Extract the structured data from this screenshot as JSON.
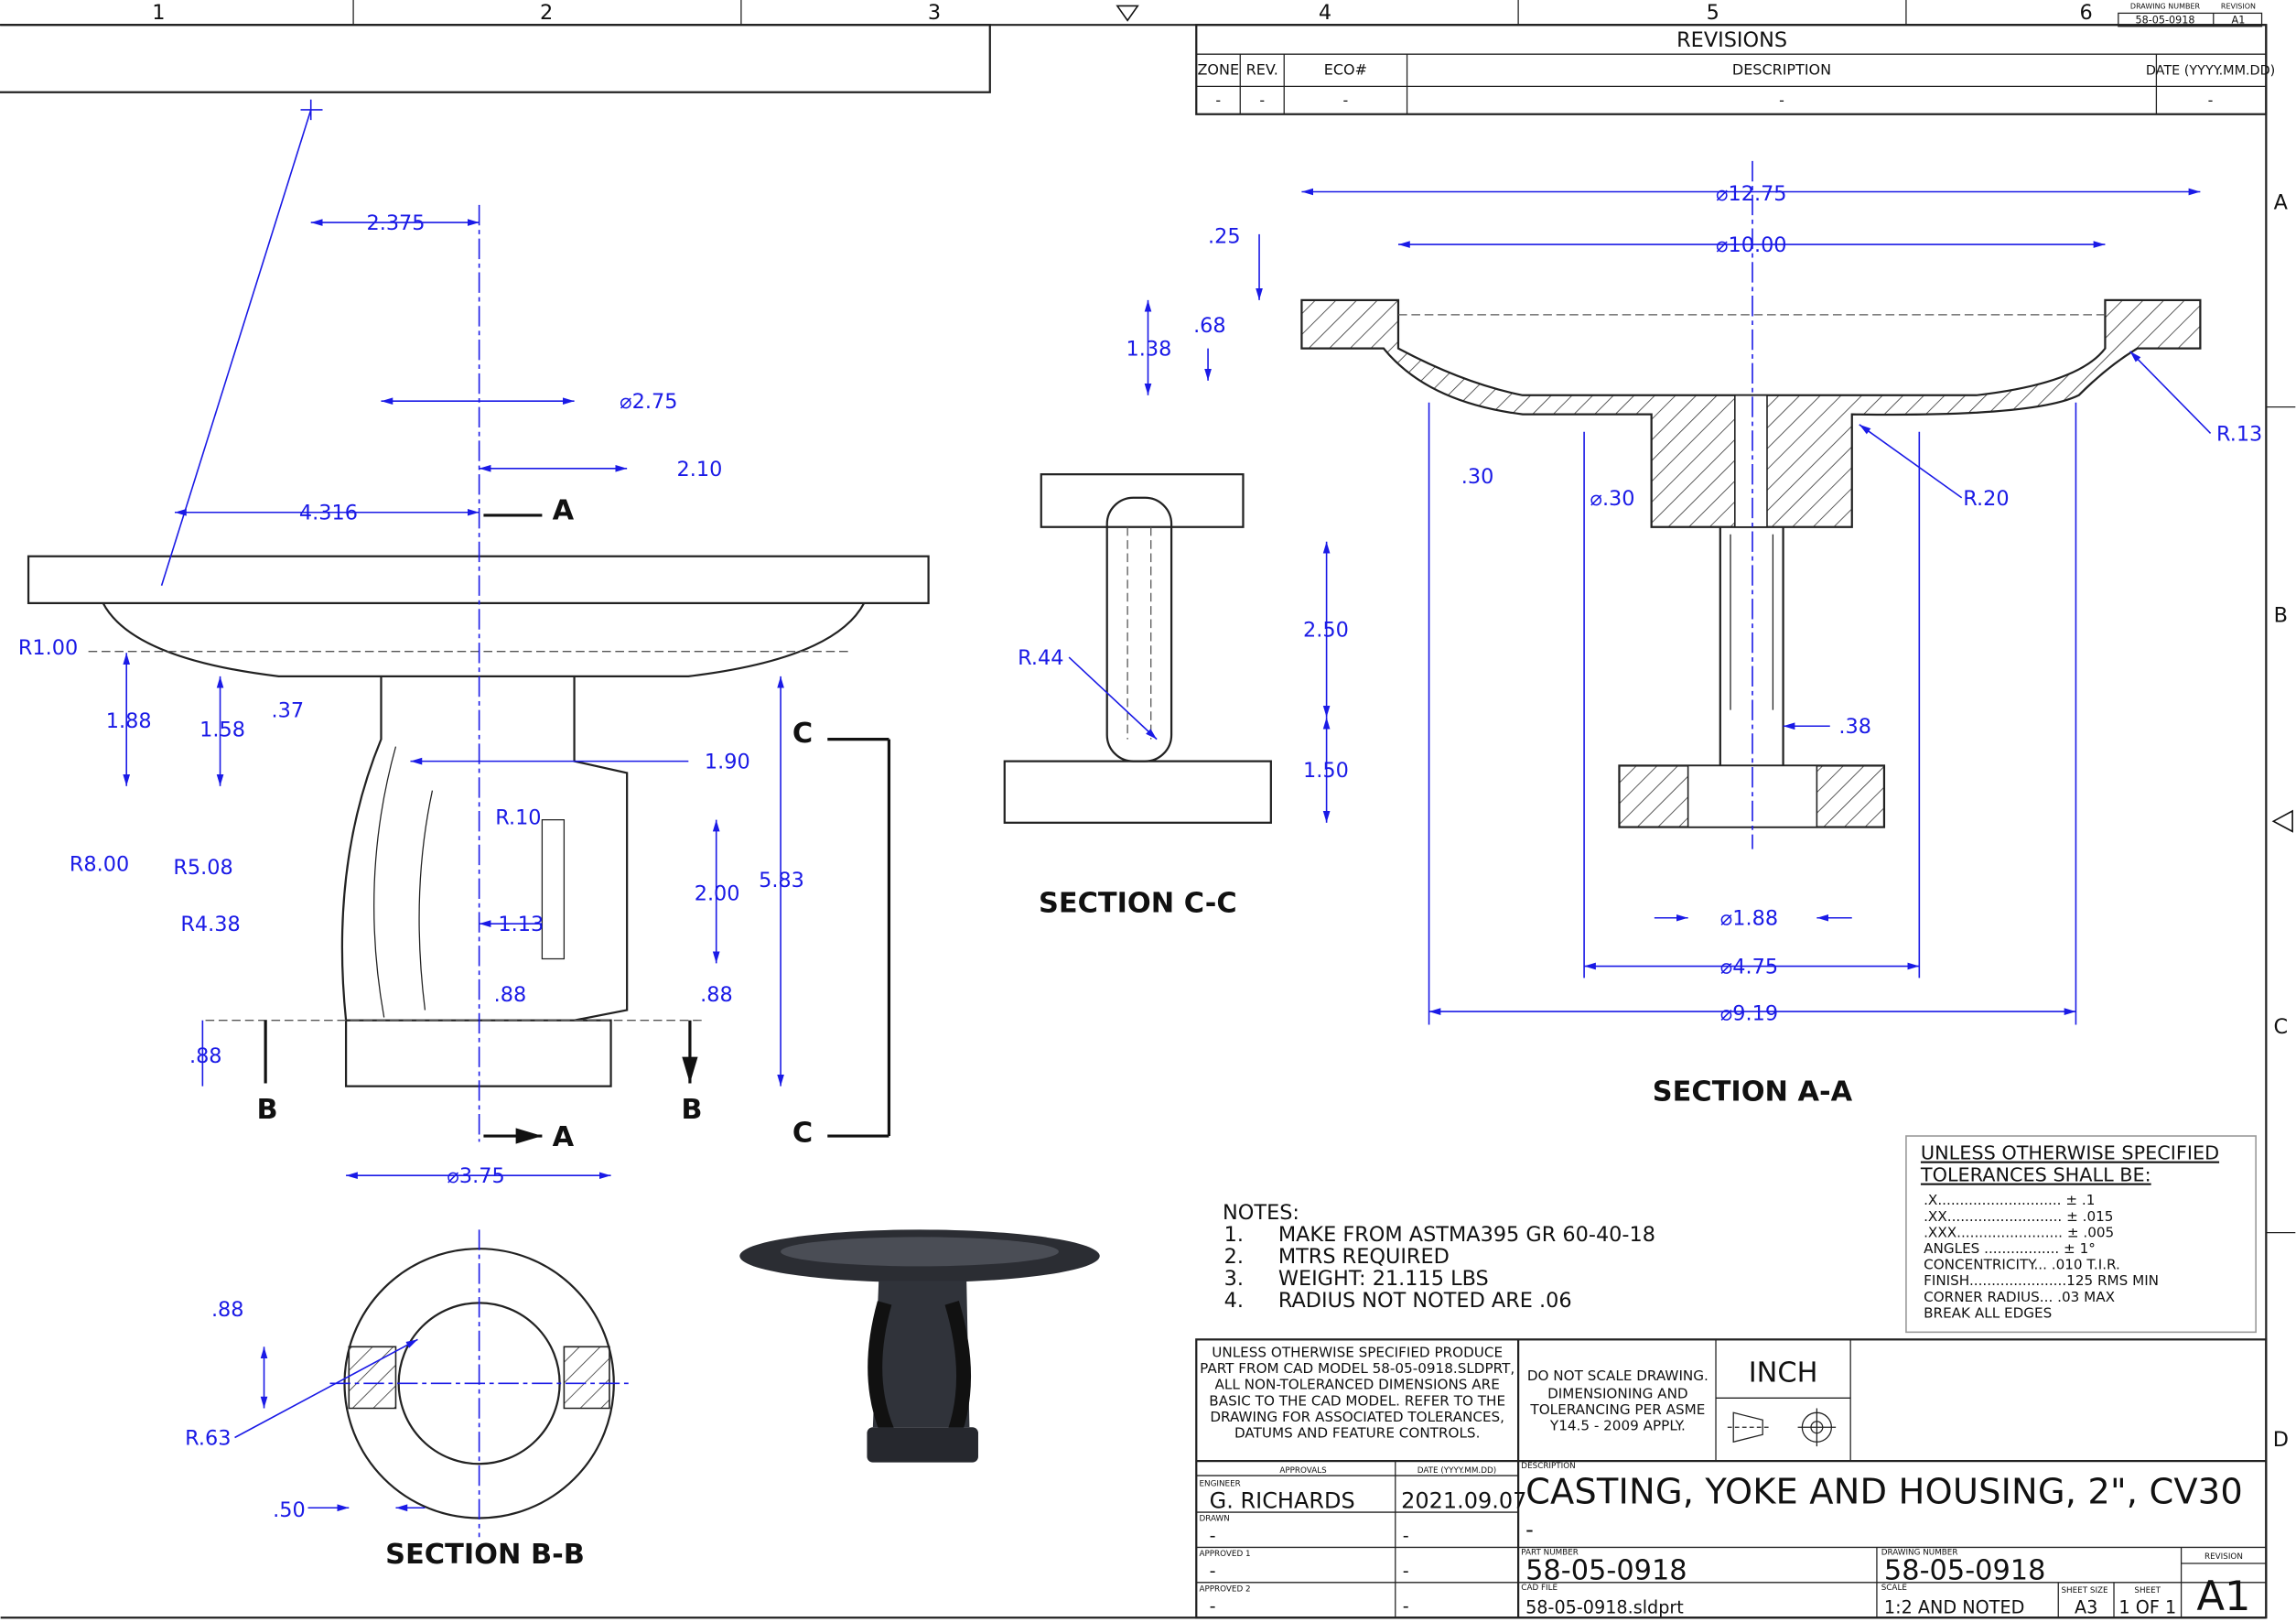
{
  "border": {
    "zones_top": [
      "1",
      "2",
      "3",
      "4",
      "5",
      "6"
    ],
    "zones_right": [
      "A",
      "B",
      "C",
      "D"
    ],
    "corner_drawing_number_label": "DRAWING NUMBER",
    "corner_revision_label": "REVISION",
    "corner_drawing_number": "58-05-0918",
    "corner_revision": "A1"
  },
  "revisions": {
    "title": "REVISIONS",
    "headers": [
      "ZONE",
      "REV.",
      "ECO#",
      "DESCRIPTION",
      "DATE (YYYY.MM.DD)"
    ],
    "row": [
      "-",
      "-",
      "-",
      "-",
      "-"
    ]
  },
  "views": {
    "front": {
      "dims": [
        "2.375",
        "⌀2.75",
        "2.10",
        "4.316",
        "R1.00",
        "1.88",
        "1.58",
        ".37",
        "1.90",
        "R.10",
        "R8.00",
        "R5.08",
        "2.00",
        "5.83",
        "R4.38",
        "1.13",
        ".88",
        ".88",
        ".88",
        "⌀3.75"
      ],
      "cut_labels": [
        "A",
        "A",
        "B",
        "B",
        "C",
        "C"
      ]
    },
    "section_cc": {
      "title": "SECTION C-C",
      "dims": [
        "2.50",
        "R.44",
        "1.50"
      ]
    },
    "section_aa": {
      "title": "SECTION A-A",
      "dims": [
        "⌀12.75",
        ".25",
        "⌀10.00",
        ".68",
        "1.38",
        ".30",
        "⌀.30",
        "R.20",
        "R.13",
        ".38",
        "⌀1.88",
        "⌀4.75",
        "⌀9.19"
      ]
    },
    "section_bb": {
      "title": "SECTION B-B",
      "dims": [
        ".88",
        "R.63",
        ".50"
      ]
    }
  },
  "notes": {
    "title": "NOTES:",
    "items": [
      {
        "n": "1.",
        "text": "MAKE FROM ASTMA395 GR 60-40-18"
      },
      {
        "n": "2.",
        "text": "MTRS REQUIRED"
      },
      {
        "n": "3.",
        "text": "WEIGHT: 21.115 LBS"
      },
      {
        "n": "4.",
        "text": "RADIUS NOT NOTED ARE .06"
      }
    ]
  },
  "tolerances": {
    "title1": "UNLESS OTHERWISE SPECIFIED",
    "title2": "TOLERANCES SHALL BE:",
    "lines": [
      ".X............................ ± .1",
      ".XX.......................... ± .015",
      ".XXX........................ ± .005",
      "ANGLES ................. ± 1°",
      "CONCENTRICITY... .010 T.I.R.",
      "FINISH......................125 RMS MIN",
      "CORNER RADIUS... .03 MAX",
      "BREAK ALL EDGES"
    ]
  },
  "title_block": {
    "cad_note": [
      "UNLESS OTHERWISE SPECIFIED PRODUCE",
      "PART FROM CAD MODEL 58-05-0918.SLDPRT,",
      "ALL NON-TOLERANCED DIMENSIONS ARE",
      "BASIC TO THE CAD MODEL.  REFER TO THE",
      "DRAWING FOR ASSOCIATED TOLERANCES,",
      "DATUMS AND FEATURE CONTROLS."
    ],
    "scale_note": [
      "DO NOT SCALE DRAWING.",
      "DIMENSIONING AND",
      "TOLERANCING PER ASME",
      "Y14.5 - 2009 APPLY."
    ],
    "units": "INCH",
    "approvals_label": "APPROVALS",
    "date_label": "DATE (YYYY.MM.DD)",
    "engineer_label": "ENGINEER",
    "engineer": "G. RICHARDS",
    "engineer_date": "2021.09.07",
    "drawn_label": "DRAWN",
    "drawn": "-",
    "drawn_date": "-",
    "approved1_label": "APPROVED 1",
    "approved1": "-",
    "approved1_date": "-",
    "approved2_label": "APPROVED 2",
    "approved2": "-",
    "approved2_date": "-",
    "description_label": "DESCRIPTION",
    "description": "CASTING, YOKE AND HOUSING, 2\", CV30",
    "description2": "-",
    "part_number_label": "PART NUMBER",
    "part_number": "58-05-0918",
    "drawing_number_label": "DRAWING NUMBER",
    "drawing_number": "58-05-0918",
    "revision_label": "REVISION",
    "revision": "A1",
    "cad_file_label": "CAD FILE",
    "cad_file": "58-05-0918.sldprt",
    "scale_label": "SCALE",
    "scale": "1:2 AND NOTED",
    "sheet_size_label": "SHEET SIZE",
    "sheet_size": "A3",
    "sheet_label": "SHEET",
    "sheet": "1 OF 1"
  }
}
